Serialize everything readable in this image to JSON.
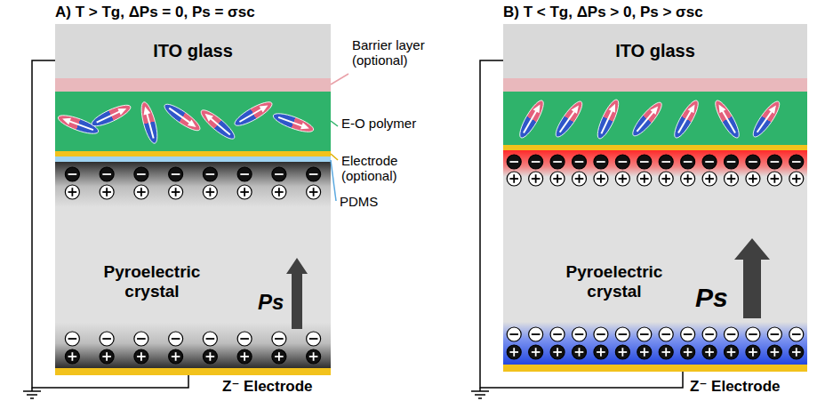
{
  "diagram": {
    "nodes": [
      {
        "text": [
          "ITO glass"
        ]
      },
      {
        "text": [
          "Pyroelectric crystal"
        ]
      },
      {
        "text": [
          "ITO glass"
        ]
      },
      {
        "text": [
          "Pyroelectric crystal"
        ]
      }
    ],
    "labels": [
      "A) T > Tg, ΔPs = 0, Ps = σsc",
      "Barrier layer (optional)",
      "E-O polymer",
      "Electrode (optional)",
      "PDMS",
      "Ps",
      "Z⁻ Electrode",
      "B) T < Tg, ΔPs > 0, Ps > σsc",
      "Ps",
      "Z⁻ Electrode"
    ]
  }
}
